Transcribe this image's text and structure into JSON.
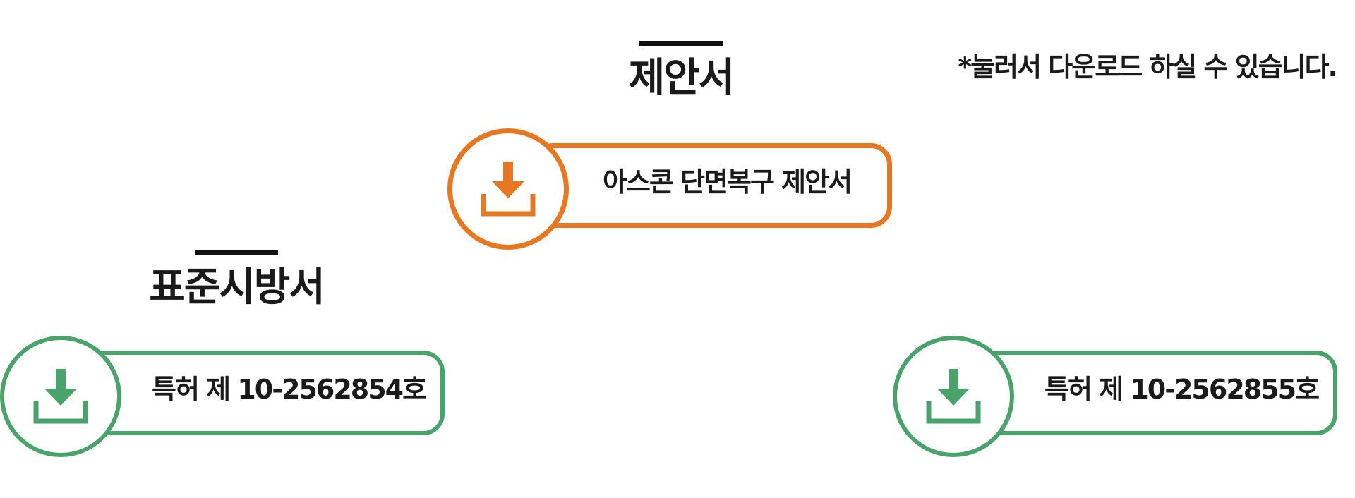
{
  "note": "*눌러서 다운로드 하실 수 있습니다.",
  "sections": {
    "proposal": {
      "heading": "제안서",
      "button_label": "아스콘 단면복구 제안서",
      "icon": "download-icon",
      "color": "#e87722"
    },
    "spec": {
      "heading": "표준시방서",
      "buttons": [
        {
          "label": "특허 제 10-2562854호",
          "icon": "download-icon",
          "color": "#4aa36a"
        },
        {
          "label": "특허 제 10-2562855호",
          "icon": "download-icon",
          "color": "#4aa36a"
        }
      ]
    }
  }
}
